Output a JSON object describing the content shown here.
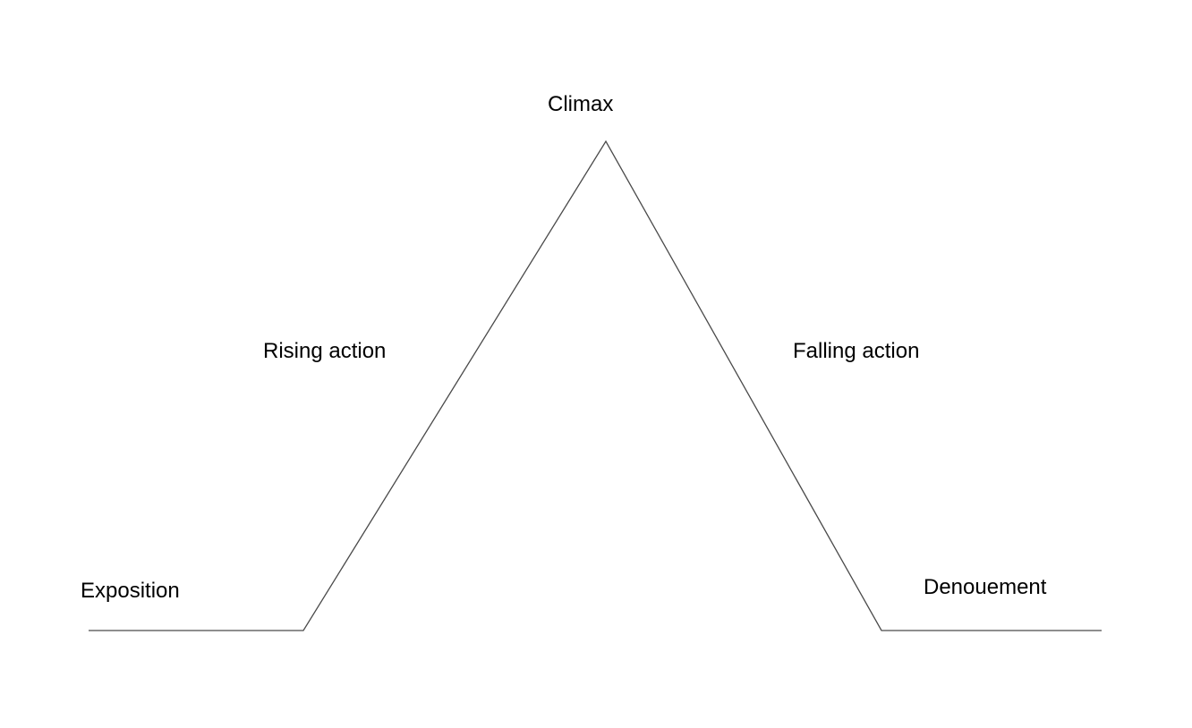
{
  "diagram": {
    "stages": {
      "exposition": "Exposition",
      "rising_action": "Rising action",
      "climax": "Climax",
      "falling_action": "Falling action",
      "denouement": "Denouement"
    },
    "line_color": "#4a4a4a",
    "text_color": "#000000",
    "background": "#ffffff"
  }
}
